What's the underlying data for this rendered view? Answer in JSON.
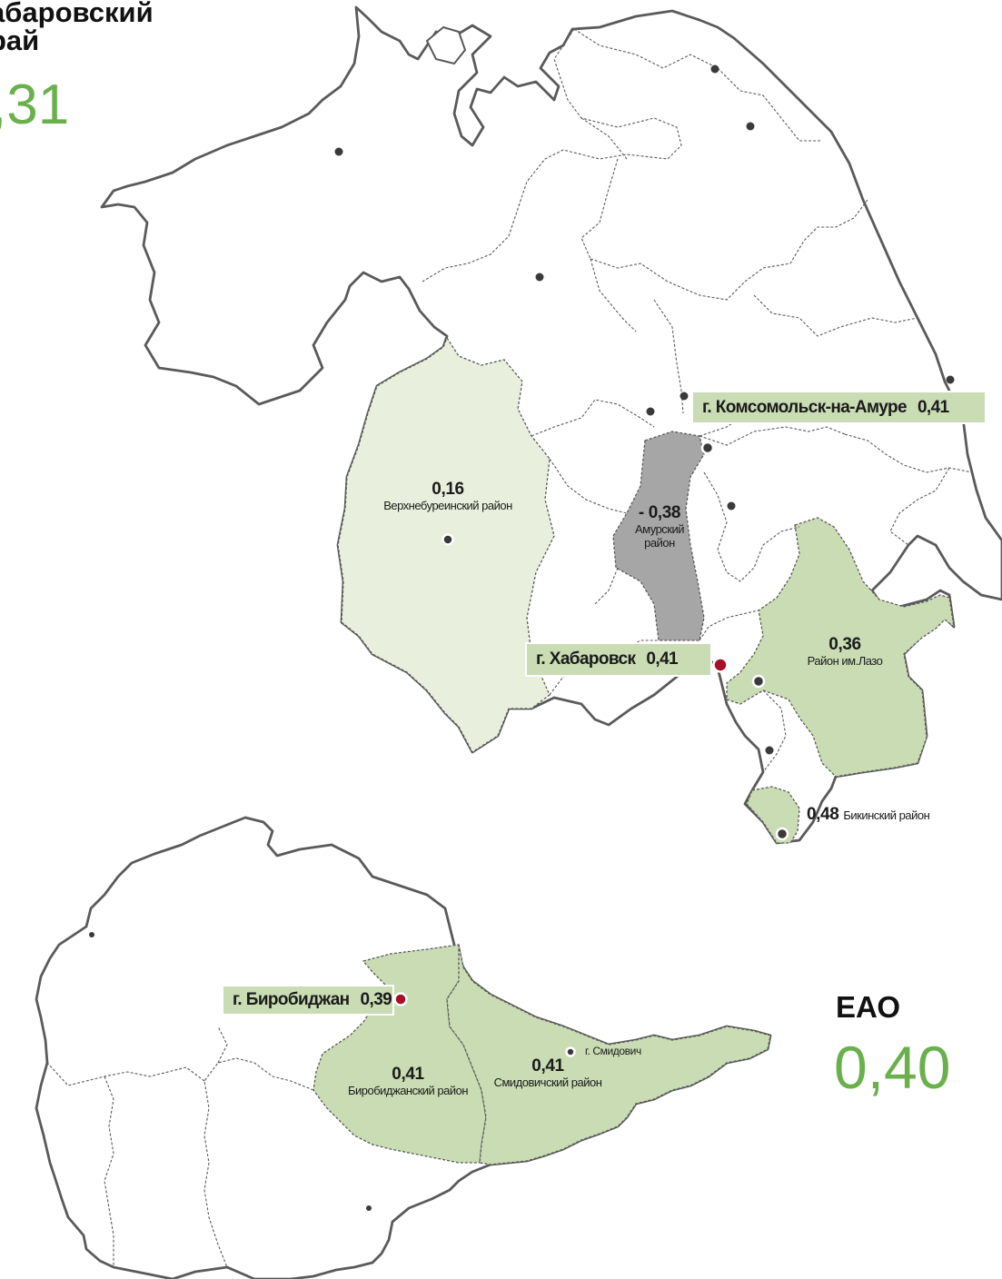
{
  "colors": {
    "accent_green": "#6ab04c",
    "light_fill": "#e8f0dd",
    "mid_fill": "#c9dcb4",
    "neg_fill": "#a6a6a6",
    "capital_dot": "#a8102a",
    "town_dot": "#3a3a3a",
    "border": "#5a5a5a"
  },
  "khabarovsk": {
    "title_line1": "абаровский",
    "title_line2": "рай",
    "value": ",31"
  },
  "eao": {
    "title": "ЕАО",
    "value": "0,40"
  },
  "city_labels": [
    {
      "name": "г. Комсомольск-на-Амуре",
      "value": "0,41"
    },
    {
      "name": "г. Хабаровск",
      "value": "0,41"
    },
    {
      "name": "г. Биробиджан",
      "value": "0,39"
    }
  ],
  "districts": [
    {
      "value": "0,16",
      "name": "Верхнебуреинский район"
    },
    {
      "value": "- 0,38",
      "name_line1": "Амурский",
      "name_line2": "район"
    },
    {
      "value": "0,36",
      "name": "Район им.Лазо"
    },
    {
      "value": "0,48",
      "name": "Бикинский район"
    },
    {
      "value": "0,41",
      "name": "Биробиджанский район"
    },
    {
      "value": "0,41",
      "name": "Смидовичский район"
    }
  ],
  "towns": [
    {
      "name": "г. Смидович"
    }
  ]
}
